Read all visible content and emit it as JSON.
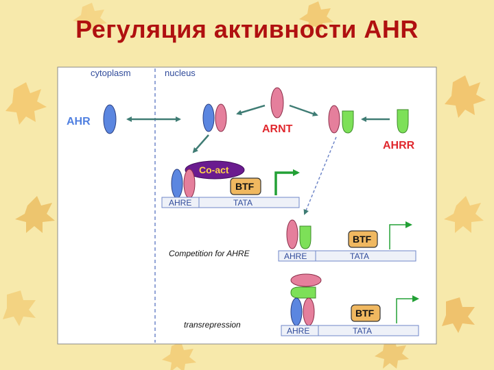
{
  "slide": {
    "title": "Регуляция активности AHR"
  },
  "diagram": {
    "compartments": {
      "cytoplasm": "cytoplasm",
      "nucleus": "nucleus"
    },
    "proteins": {
      "ahr": "AHR",
      "arnt": "ARNT",
      "ahrr": "AHRR",
      "coactivator": "Co-act",
      "btf": "BTF"
    },
    "dna_elements": {
      "ahre": "AHRE",
      "tata": "TATA"
    },
    "scenarios": {
      "competition": "Competition for AHRE",
      "transrepression": "transrepression"
    },
    "colors": {
      "ahr": "#5b86e0",
      "arnt": "#e57f9c",
      "ahrr": "#7de058",
      "coactivator": "#6a1b8f",
      "btf": "#f0b860",
      "arrow": "#3f7c74",
      "promoter_arrow": "#22a035",
      "label_red": "#e0282e",
      "label_blue": "#4f7fe0",
      "title": "#b01010"
    }
  }
}
